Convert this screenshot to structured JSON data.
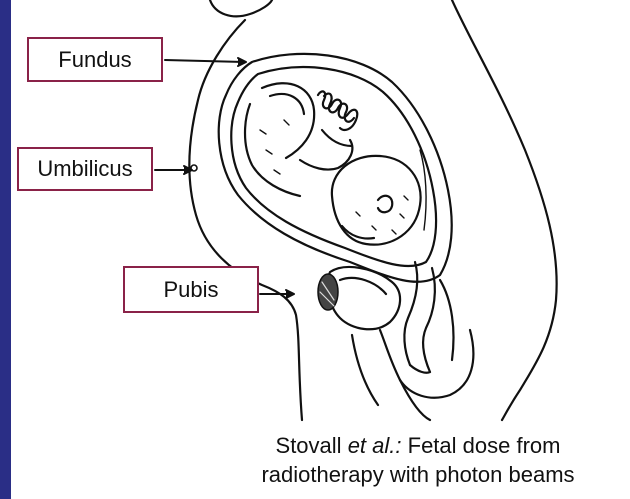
{
  "labels": {
    "fundus": "Fundus",
    "umbilicus": "Umbilicus",
    "pubis": "Pubis"
  },
  "caption": {
    "author": "Stovall",
    "etal": "et al.:",
    "line1_rest": "Fetal dose from",
    "line2": "radiotherapy with photon beams"
  },
  "colors": {
    "background": "#2a2e86",
    "panel": "#ffffff",
    "label_border": "#8a2248",
    "ink": "#111111"
  }
}
